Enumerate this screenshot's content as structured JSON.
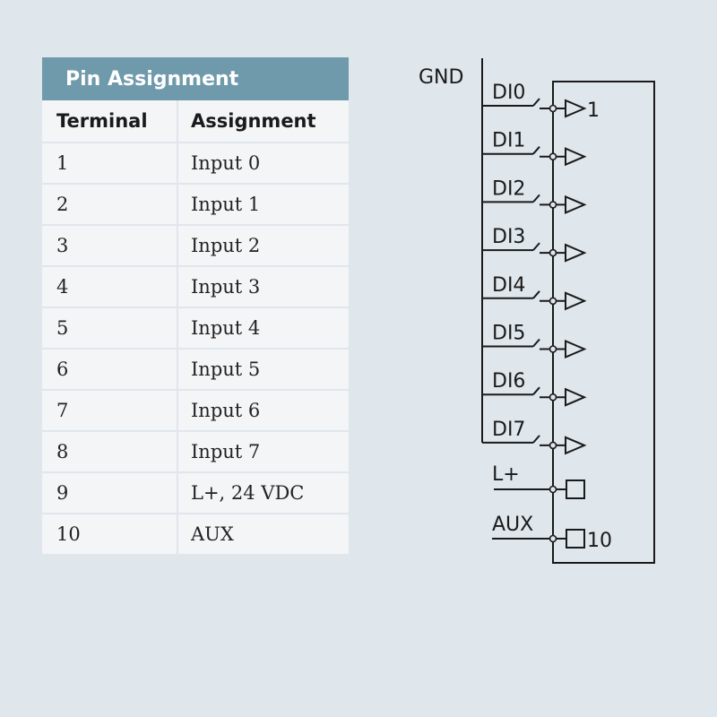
{
  "table": {
    "title": "Pin Assignment",
    "col_terminal": "Terminal",
    "col_assignment": "Assignment",
    "rows": [
      {
        "terminal": "1",
        "assignment": "Input 0"
      },
      {
        "terminal": "2",
        "assignment": "Input 1"
      },
      {
        "terminal": "3",
        "assignment": "Input 2"
      },
      {
        "terminal": "4",
        "assignment": "Input 3"
      },
      {
        "terminal": "5",
        "assignment": "Input 4"
      },
      {
        "terminal": "6",
        "assignment": "Input 5"
      },
      {
        "terminal": "7",
        "assignment": "Input 6"
      },
      {
        "terminal": "8",
        "assignment": "Input 7"
      },
      {
        "terminal": "9",
        "assignment": "L+, 24 VDC"
      },
      {
        "terminal": "10",
        "assignment": "AUX"
      }
    ]
  },
  "schematic": {
    "gnd_label": "GND",
    "inputs": [
      "DI0",
      "DI1",
      "DI2",
      "DI3",
      "DI4",
      "DI5",
      "DI6",
      "DI7"
    ],
    "power_label": "L+",
    "aux_label": "AUX",
    "first_terminal_number": "1",
    "last_terminal_number": "10"
  },
  "colors": {
    "background": "#dfe6ec",
    "table_header": "#6f9aab",
    "table_cell": "#f3f5f7"
  }
}
